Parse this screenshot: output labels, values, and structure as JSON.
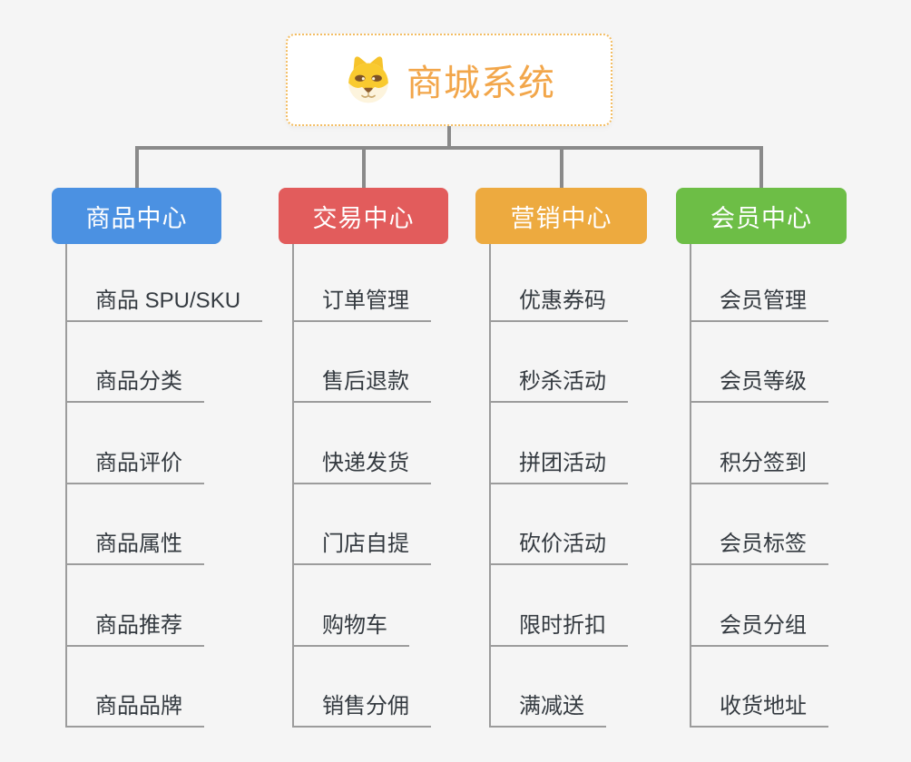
{
  "root": {
    "title": "商城系统",
    "icon": "dog-face-icon",
    "title_color": "#f2a64a",
    "border_color": "#f3bd62"
  },
  "connector_color": "#8a8a8a",
  "sub_line_color": "#9c9c9c",
  "background_color": "#f5f5f5",
  "branches": [
    {
      "label": "商品中心",
      "color": "#4b91e2",
      "items": [
        "商品 SPU/SKU",
        "商品分类",
        "商品评价",
        "商品属性",
        "商品推荐",
        "商品品牌"
      ]
    },
    {
      "label": "交易中心",
      "color": "#e25c5c",
      "items": [
        "订单管理",
        "售后退款",
        "快递发货",
        "门店自提",
        "购物车",
        "销售分佣"
      ]
    },
    {
      "label": "营销中心",
      "color": "#edaa3f",
      "items": [
        "优惠券码",
        "秒杀活动",
        "拼团活动",
        "砍价活动",
        "限时折扣",
        "满减送"
      ]
    },
    {
      "label": "会员中心",
      "color": "#6dbe46",
      "items": [
        "会员管理",
        "会员等级",
        "积分签到",
        "会员标签",
        "会员分组",
        "收货地址"
      ]
    }
  ]
}
